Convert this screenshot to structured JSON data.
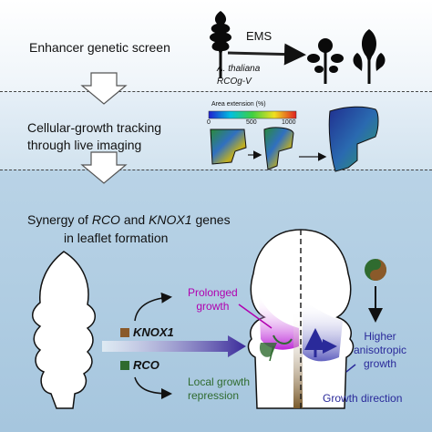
{
  "sections": {
    "screen": {
      "title": "Enhancer genetic screen",
      "mutagen": "EMS",
      "species": "A. thaliana",
      "line": "RCOg-V"
    },
    "tracking": {
      "line1": "Cellular-growth tracking",
      "line2": "through live imaging",
      "scale_title": "Area extension (%)",
      "scale_ticks": [
        "0",
        "500",
        "1000"
      ]
    },
    "synergy": {
      "title_pre": "Synergy of ",
      "gene1": "RCO",
      "title_mid": " and ",
      "gene2": "KNOX1",
      "title_post": " genes",
      "line2": "in leaflet formation"
    }
  },
  "labels": {
    "knox1": "KNOX1",
    "rco": "RCO",
    "prolonged_line1": "Prolonged",
    "prolonged_line2": "growth",
    "local_line1": "Local growth",
    "local_line2": "repression",
    "higher_line1": "Higher",
    "higher_line2": "anisotropic",
    "higher_line3": "growth",
    "growth_direction": "Growth direction"
  },
  "colors": {
    "knox1": "#8a5a2a",
    "rco": "#2f6b2f",
    "prolonged": "#b000b0",
    "local": "#2f6b2f",
    "anisotropic": "#2a2a9a"
  }
}
